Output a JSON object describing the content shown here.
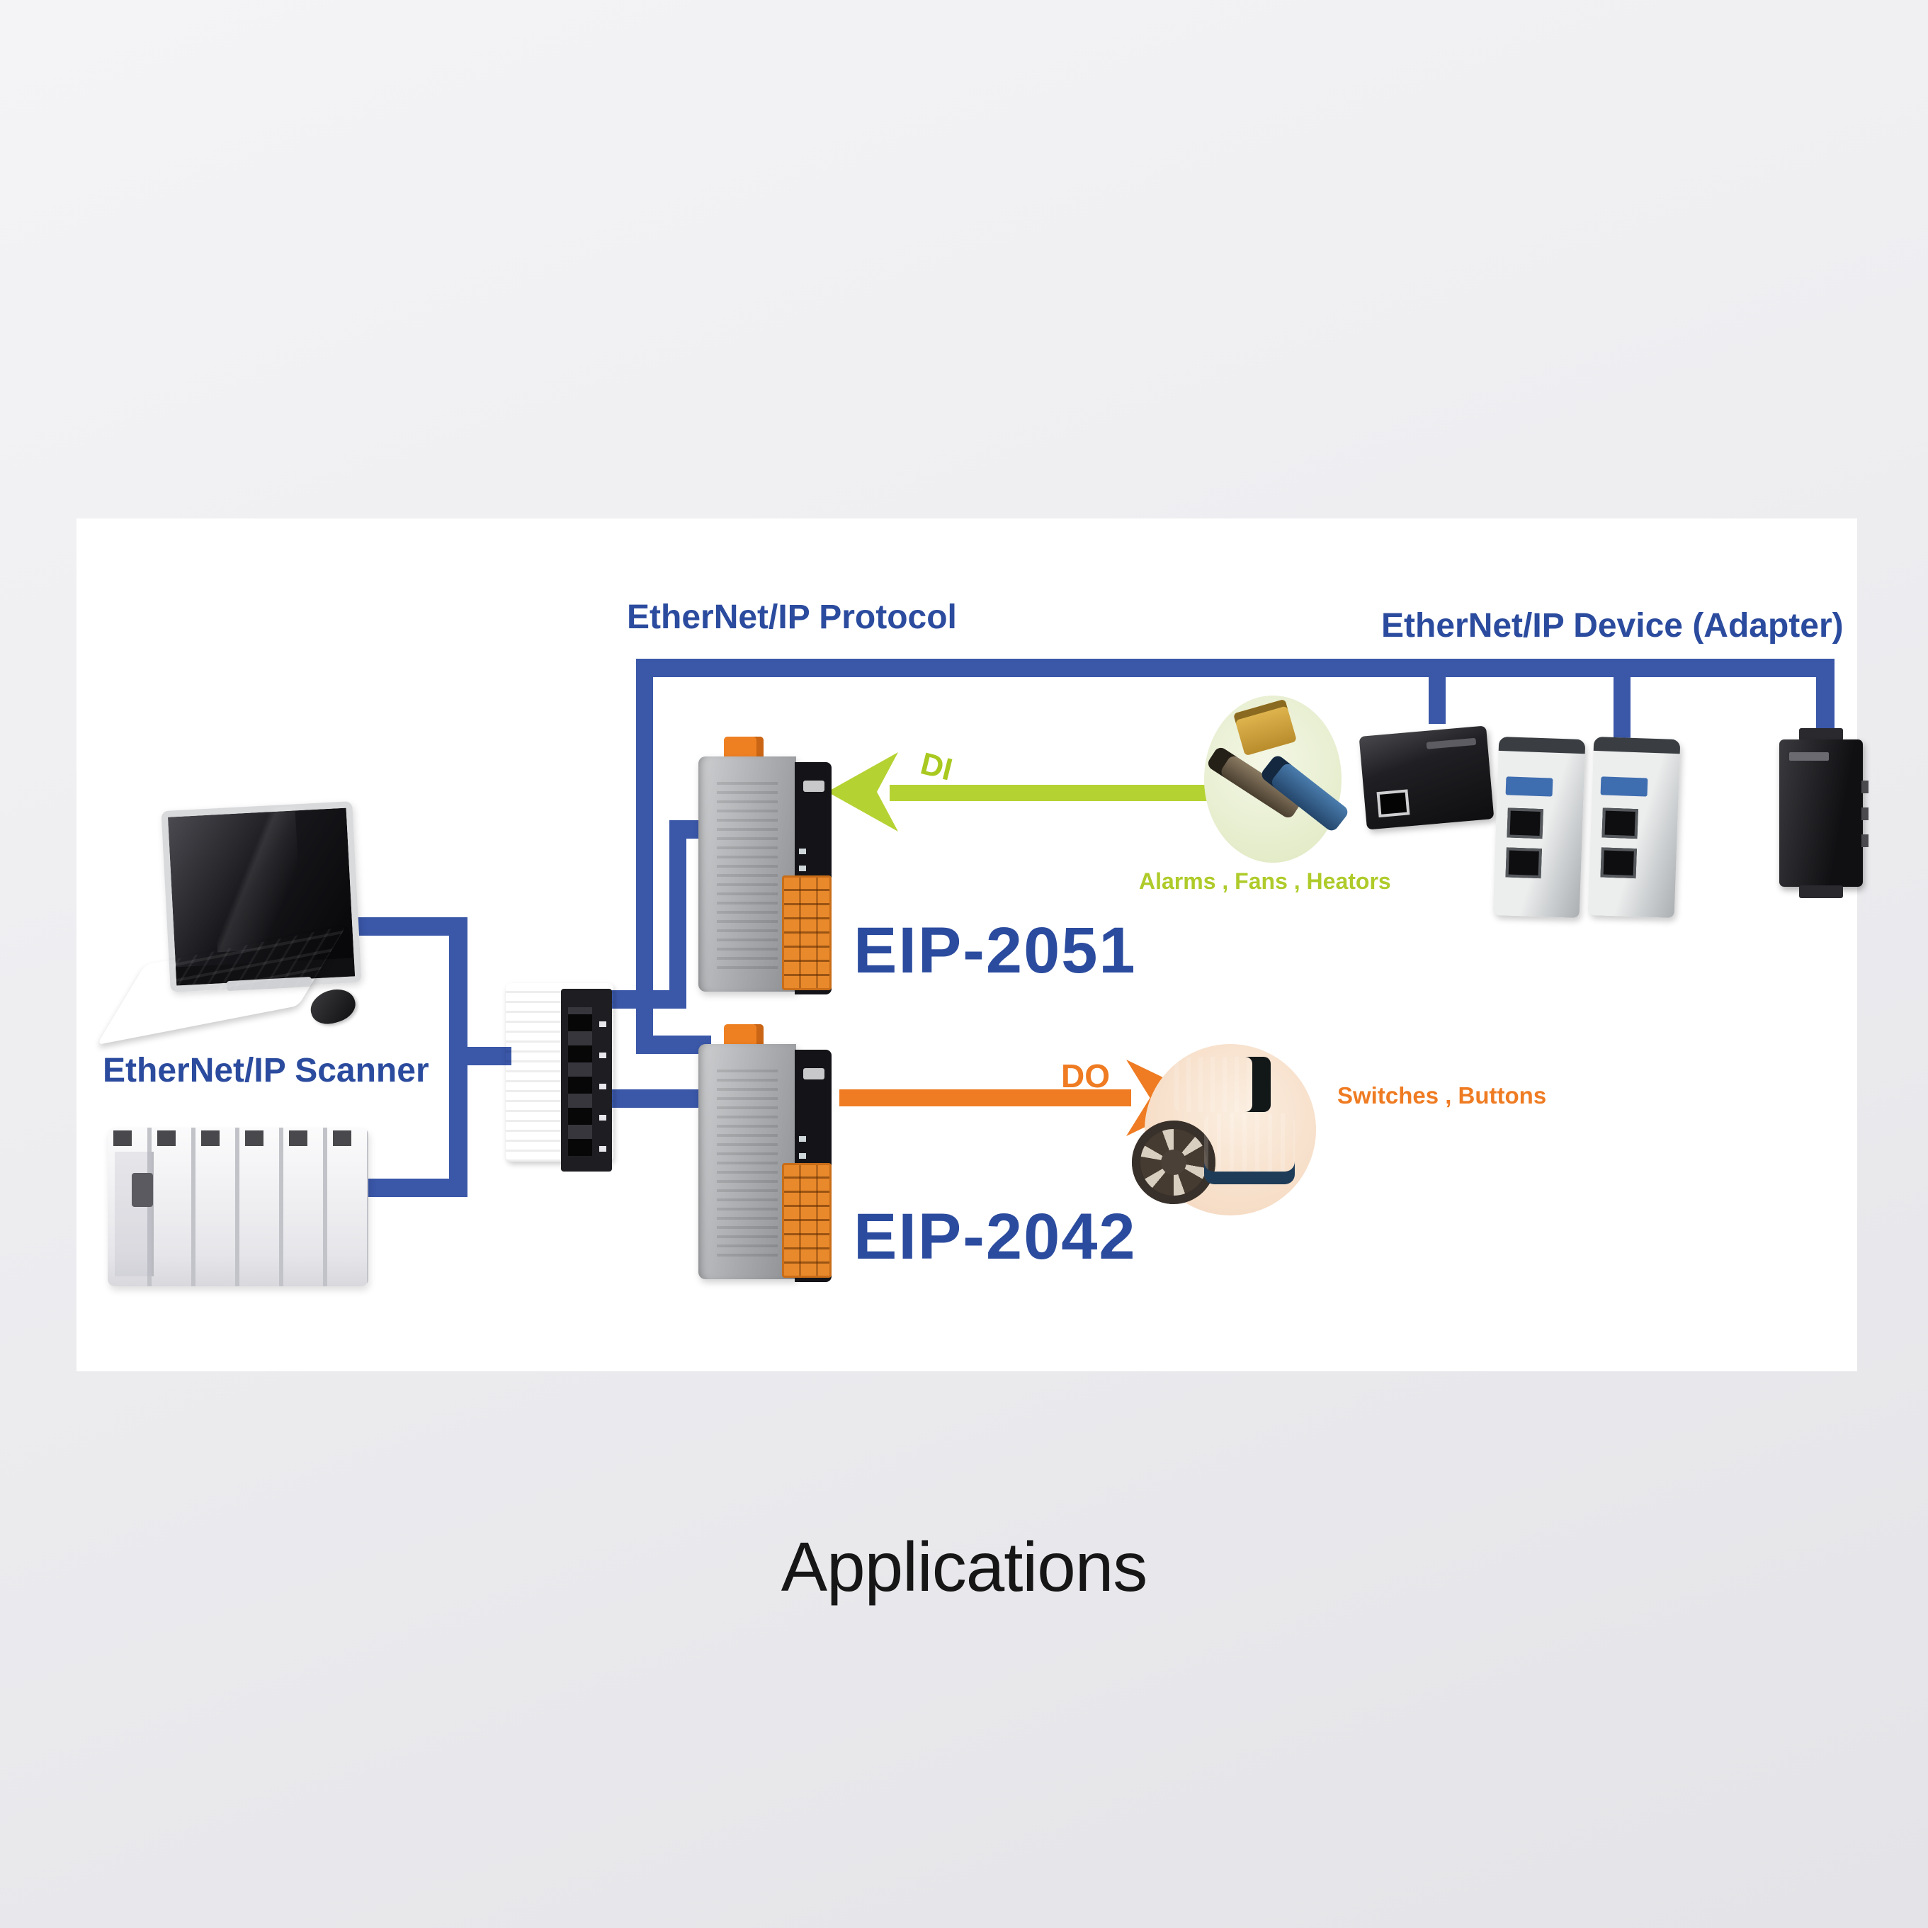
{
  "page": {
    "title": "Applications"
  },
  "diagram": {
    "colors": {
      "line_blue": "#3a57a8",
      "label_blue": "#2b4b9e",
      "di_green": "#b5d233",
      "do_orange": "#ef7b22",
      "panel_background": "#ffffff"
    },
    "labels": {
      "protocol": "EtherNet/IP Protocol",
      "adapter": "EtherNet/IP Device (Adapter)",
      "scanner": "EtherNet/IP Scanner",
      "module_di": "EIP-2051",
      "module_do": "EIP-2042",
      "di": "DI",
      "do": "DO",
      "di_caption": "Alarms , Fans , Heators",
      "do_caption": "Switches , Buttons"
    }
  }
}
